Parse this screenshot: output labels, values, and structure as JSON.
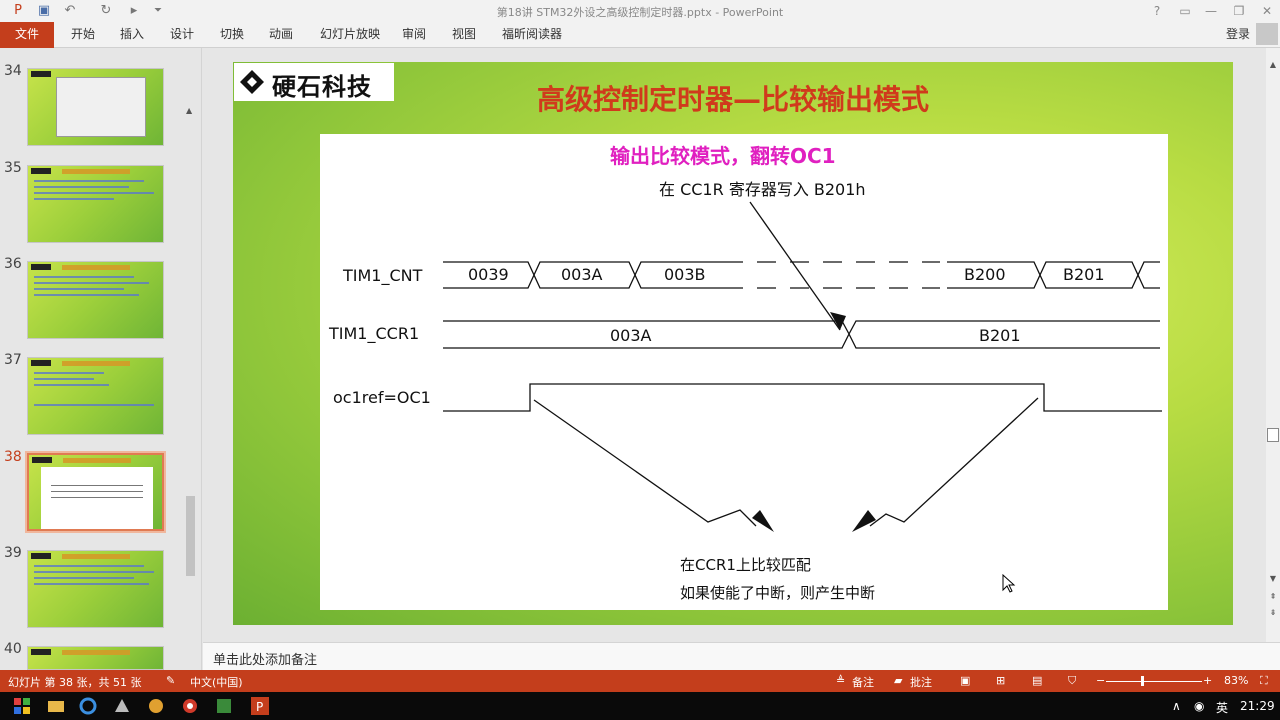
{
  "window": {
    "title": "第18讲 STM32外设之高级控制定时器.pptx - PowerPoint",
    "controls": [
      "?",
      "▭",
      "—",
      "❐",
      "✕"
    ]
  },
  "ribbon": {
    "file_tab": "文件",
    "tabs": [
      "开始",
      "插入",
      "设计",
      "切换",
      "动画",
      "幻灯片放映",
      "审阅",
      "视图",
      "福昕阅读器"
    ],
    "login": "登录"
  },
  "thumbnails": {
    "numbers": [
      "34",
      "35",
      "36",
      "37",
      "38",
      "39",
      "40"
    ],
    "active": "38"
  },
  "slide": {
    "logo_text": "硬石科技",
    "title": "高级控制定时器—比较输出模式",
    "diagram": {
      "heading": "输出比较模式，翻转OC1",
      "note_write": "在 CC1R 寄存器写入 B201h",
      "signal_cnt": "TIM1_CNT",
      "signal_ccr": "TIM1_CCR1",
      "signal_oc": "oc1ref=OC1",
      "cnt_values": [
        "0039",
        "003A",
        "003B",
        "B200",
        "B201"
      ],
      "ccr_values": [
        "003A",
        "B201"
      ],
      "match_line1": "在CCR1上比较匹配",
      "match_line2": "如果使能了中断，则产生中断"
    }
  },
  "notes_placeholder": "单击此处添加备注",
  "status": {
    "slide_info": "幻灯片 第 38 张，共 51 张",
    "language": "中文(中国)",
    "notes_btn": "备注",
    "comments_btn": "批注",
    "zoom": "83%"
  },
  "taskbar": {
    "ime": "英",
    "time": "21:29"
  },
  "colors": {
    "accent": "#c43e1c",
    "slide_title": "#d03a1c",
    "diagram_heading": "#e020c0"
  }
}
